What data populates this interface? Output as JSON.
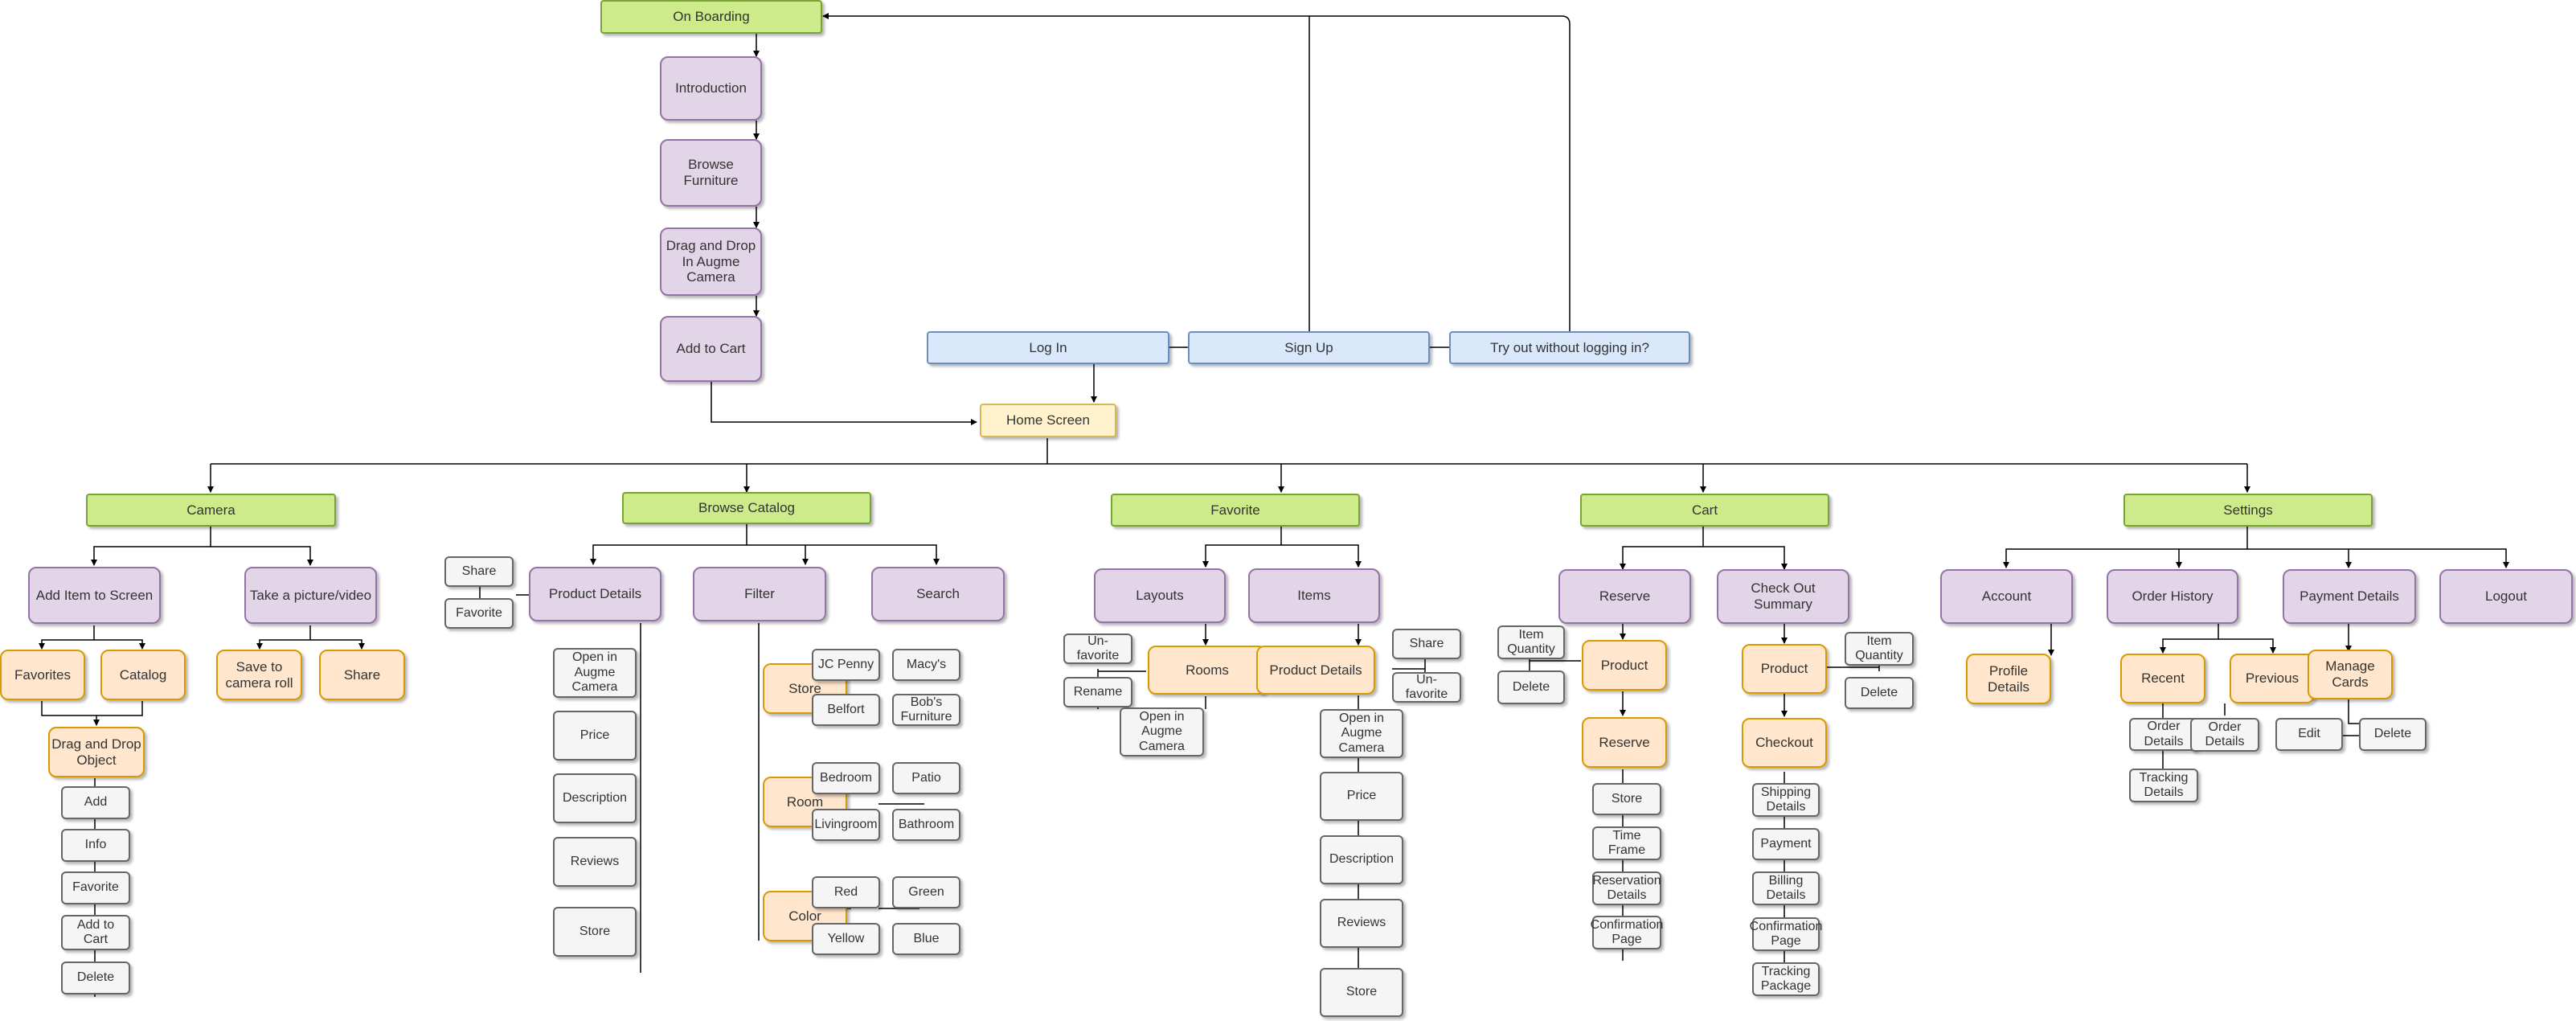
{
  "top": {
    "on_boarding": "On Boarding",
    "introduction": "Introduction",
    "browse_furniture": "Browse\nFurniture",
    "drag_drop_camera": "Drag and Drop\nIn Augme\nCamera",
    "add_to_cart": "Add to Cart",
    "log_in": "Log In",
    "sign_up": "Sign Up",
    "try_out": "Try out without logging in?",
    "home_screen": "Home Screen"
  },
  "camera": {
    "title": "Camera",
    "add_item": "Add Item to Screen",
    "take_picture": "Take a picture/video",
    "favorites": "Favorites",
    "catalog": "Catalog",
    "save_roll": "Save to\ncamera roll",
    "share": "Share",
    "drag_drop_object": "Drag and Drop\nObject",
    "object_actions": [
      "Add",
      "Info",
      "Favorite",
      "Add to\nCart",
      "Delete"
    ]
  },
  "browse": {
    "title": "Browse Catalog",
    "share": "Share",
    "favorite": "Favorite",
    "product_details": "Product Details",
    "filter": "Filter",
    "search": "Search",
    "details_items": [
      "Open in\nAugme\nCamera",
      "Price",
      "Description",
      "Reviews",
      "Store"
    ],
    "store": "Store",
    "room": "Room",
    "color": "Color",
    "stores": [
      "JC Penny",
      "Macy's",
      "Belfort",
      "Bob's\nFurniture"
    ],
    "rooms": [
      "Bedroom",
      "Patio",
      "Livingroom",
      "Bathroom"
    ],
    "colors": [
      "Red",
      "Green",
      "Yellow",
      "Blue"
    ]
  },
  "favorite": {
    "title": "Favorite",
    "layouts": "Layouts",
    "items": "Items",
    "un_favorite": "Un-favorite",
    "rename": "Rename",
    "rooms": "Rooms",
    "open_camera": "Open in\nAugme\nCamera",
    "product_details": "Product Details",
    "share": "Share",
    "un_favorite2": "Un-favorite",
    "details_items": [
      "Open in\nAugme\nCamera",
      "Price",
      "Description",
      "Reviews",
      "Store"
    ]
  },
  "cart": {
    "title": "Cart",
    "reserve": "Reserve",
    "checkout_summary": "Check Out Summary",
    "item_quantity": "Item\nQuantity",
    "delete": "Delete",
    "product": "Product",
    "reserve2": "Reserve",
    "reserve_items": [
      "Store",
      "Time\nFrame",
      "Reservation\nDetails",
      "Confirmation\nPage"
    ],
    "item_quantity2": "Item\nQuantity",
    "delete2": "Delete",
    "product2": "Product",
    "checkout": "Checkout",
    "checkout_items": [
      "Shipping\nDetails",
      "Payment",
      "Billing\nDetails",
      "Confirmation\nPage",
      "Tracking\nPackage"
    ]
  },
  "settings": {
    "title": "Settings",
    "account": "Account",
    "order_history": "Order History",
    "payment_details": "Payment Details",
    "logout": "Logout",
    "profile_details": "Profile Details",
    "recent": "Recent",
    "previous": "Previous",
    "manage_cards": "Manage\nCards",
    "order_details": "Order\nDetails",
    "tracking_details": "Tracking\nDetails",
    "order_details2": "Order\nDetails",
    "edit": "Edit",
    "delete": "Delete"
  }
}
